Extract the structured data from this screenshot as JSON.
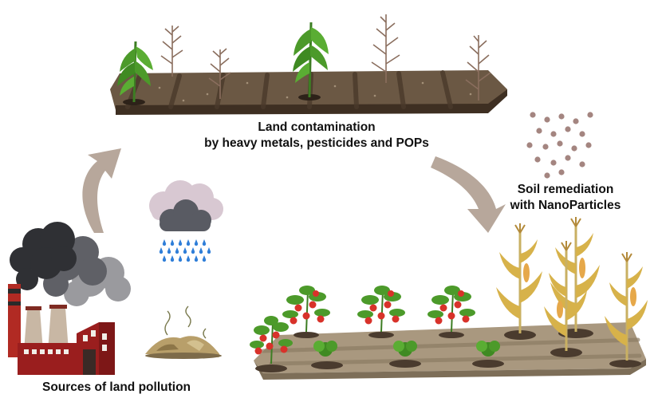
{
  "labels": {
    "contamination_line1": "Land contamination",
    "contamination_line2": "by heavy metals, pesticides and POPs",
    "remediation_line1": "Soil remediation",
    "remediation_line2": "with NanoParticles",
    "sources": "Sources of land pollution"
  },
  "colors": {
    "arrow": "#b7a79b",
    "soil_dark": "#5a4634",
    "soil_light": "#a9987f",
    "nanoparticle": "#a48580",
    "smoke_dark": "#3b3b3f",
    "cloud_light": "#d8c8d2",
    "cloud_dark": "#595b63",
    "rain": "#2f7ed8",
    "factory_red": "#9a1e1e",
    "tomato": "#d8322a",
    "leaf_green": "#4c9a2a",
    "corn_yellow": "#d7b24a"
  }
}
